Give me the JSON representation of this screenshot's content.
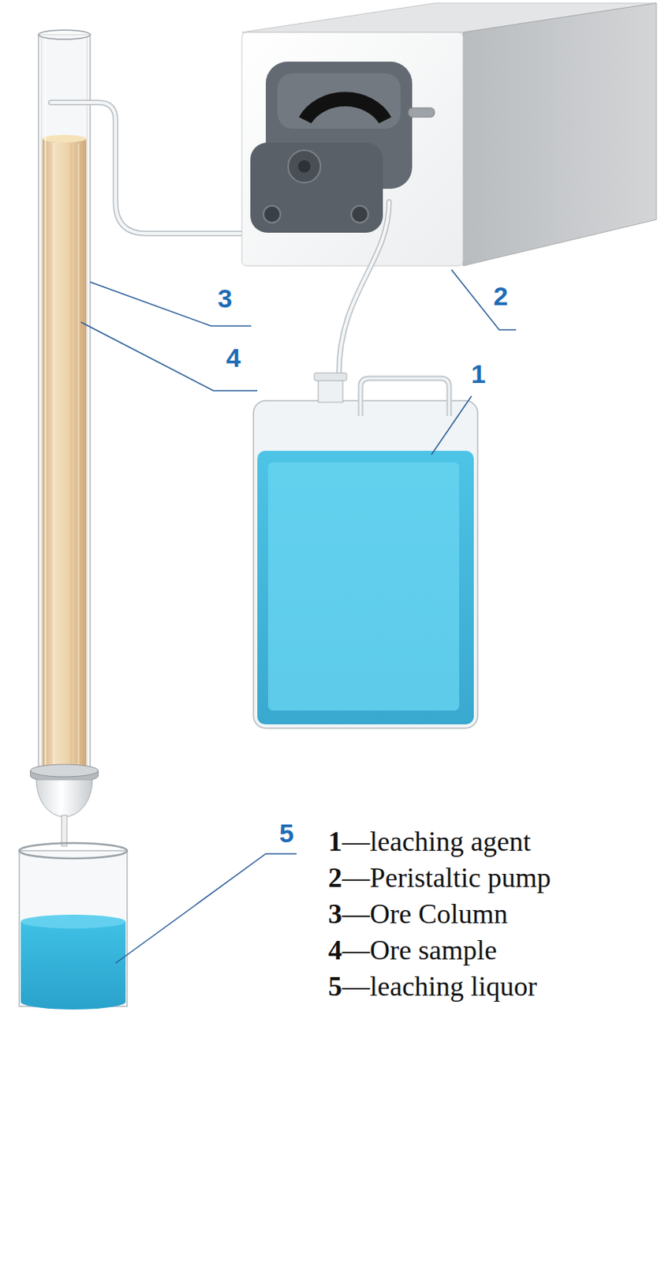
{
  "diagram": {
    "labels": [
      "3",
      "2",
      "4",
      "1",
      "5",
      "1—leaching agent",
      "2—Peristaltic pump",
      "3—Ore Column",
      "4—Ore sample",
      "5—leaching liquor"
    ]
  }
}
